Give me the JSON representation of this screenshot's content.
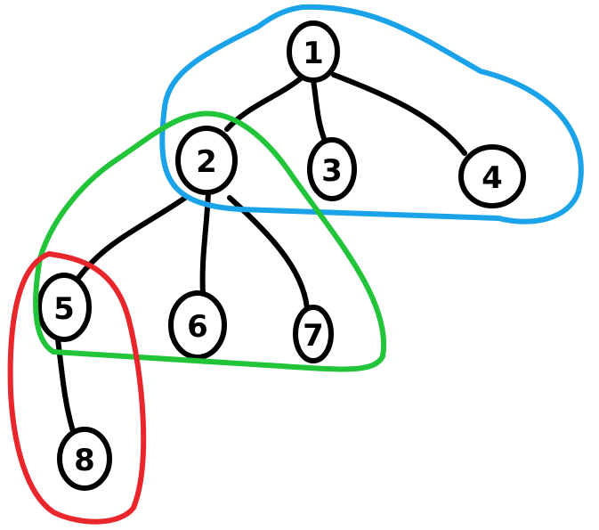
{
  "diagram": {
    "type": "tree",
    "nodes": [
      {
        "id": "1",
        "label": "1"
      },
      {
        "id": "2",
        "label": "2"
      },
      {
        "id": "3",
        "label": "3"
      },
      {
        "id": "4",
        "label": "4"
      },
      {
        "id": "5",
        "label": "5"
      },
      {
        "id": "6",
        "label": "6"
      },
      {
        "id": "7",
        "label": "7"
      },
      {
        "id": "8",
        "label": "8"
      }
    ],
    "edges": [
      [
        "1",
        "2"
      ],
      [
        "1",
        "3"
      ],
      [
        "1",
        "4"
      ],
      [
        "2",
        "5"
      ],
      [
        "2",
        "6"
      ],
      [
        "2",
        "7"
      ],
      [
        "5",
        "8"
      ]
    ],
    "groups": [
      {
        "members": [
          "1",
          "2",
          "3",
          "4"
        ],
        "color": "#1aa3e8"
      },
      {
        "members": [
          "2",
          "5",
          "6",
          "7"
        ],
        "color": "#22c43a"
      },
      {
        "members": [
          "5",
          "8"
        ],
        "color": "#e8262b"
      }
    ]
  }
}
